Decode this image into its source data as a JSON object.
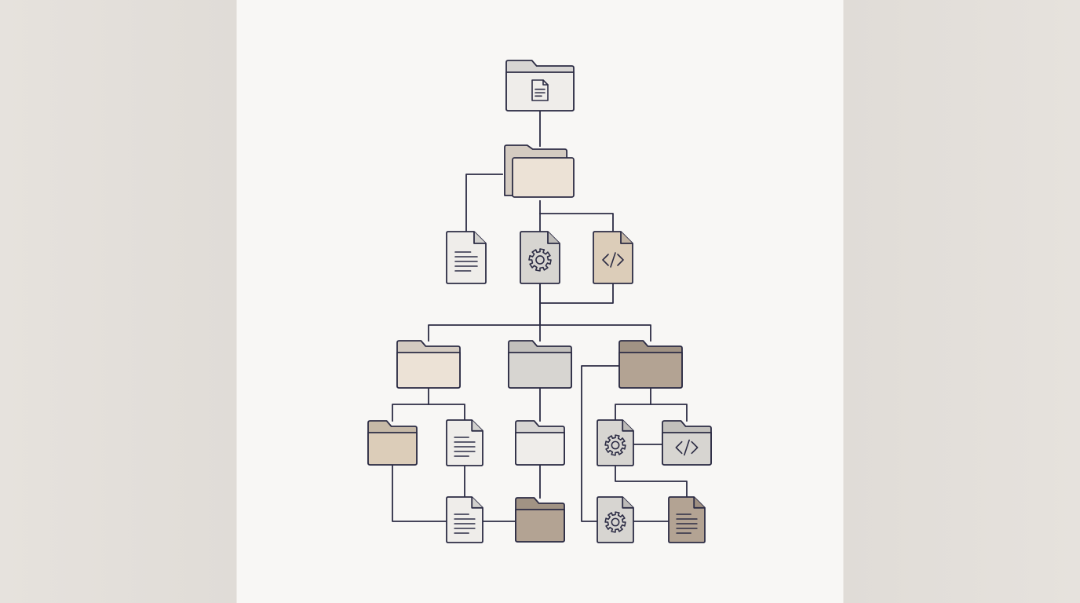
{
  "palette": {
    "ink": "#2c2c44",
    "white": "#efedea",
    "cream": "#ece2d6",
    "sand": "#dccdb9",
    "grey": "#d7d5d1",
    "taupe": "#b3a393",
    "background": "#f8f7f5",
    "side_panels": "#e0dcd7"
  },
  "nodes": [
    {
      "id": "root",
      "kind": "folder",
      "style": "single",
      "color": "white",
      "icon": "document-icon"
    },
    {
      "id": "l1-folder",
      "kind": "folder",
      "style": "stacked",
      "color": "cream"
    },
    {
      "id": "l2-text-doc",
      "kind": "file",
      "color": "white",
      "icon": "lines-icon"
    },
    {
      "id": "l2-settings-doc",
      "kind": "file",
      "color": "grey",
      "icon": "gear-icon"
    },
    {
      "id": "l2-code-doc",
      "kind": "file",
      "color": "sand",
      "icon": "code-icon"
    },
    {
      "id": "l3-folder-cream",
      "kind": "folder",
      "style": "single",
      "color": "cream"
    },
    {
      "id": "l3-folder-grey",
      "kind": "folder",
      "style": "single",
      "color": "grey"
    },
    {
      "id": "l3-folder-taupe",
      "kind": "folder",
      "style": "single",
      "color": "taupe"
    },
    {
      "id": "l4-folder-sand",
      "kind": "folder",
      "style": "single",
      "color": "sand"
    },
    {
      "id": "l4-text-doc",
      "kind": "file",
      "color": "white",
      "icon": "lines-icon"
    },
    {
      "id": "l4-folder-white",
      "kind": "folder",
      "style": "single",
      "color": "white"
    },
    {
      "id": "l4-settings-doc",
      "kind": "file",
      "color": "grey",
      "icon": "gear-icon"
    },
    {
      "id": "l4-code-folder",
      "kind": "folder",
      "style": "single",
      "color": "grey",
      "icon": "code-icon"
    },
    {
      "id": "l5-text-doc",
      "kind": "file",
      "color": "white",
      "icon": "lines-icon"
    },
    {
      "id": "l5-folder-taupe",
      "kind": "folder",
      "style": "single",
      "color": "taupe"
    },
    {
      "id": "l5-settings-doc",
      "kind": "file",
      "color": "grey",
      "icon": "gear-icon"
    },
    {
      "id": "l5-text-doc-taupe",
      "kind": "file",
      "color": "taupe",
      "icon": "lines-icon"
    }
  ],
  "edges": [
    {
      "from": "root",
      "to": "l1-folder"
    },
    {
      "from": "l1-folder",
      "to": "l2-text-doc"
    },
    {
      "from": "l1-folder",
      "to": "l2-settings-doc"
    },
    {
      "from": "l1-folder",
      "to": "l2-code-doc"
    },
    {
      "from": "l2-settings-doc",
      "to": "l3-folder-cream"
    },
    {
      "from": "l2-settings-doc",
      "to": "l3-folder-grey"
    },
    {
      "from": "l2-settings-doc",
      "to": "l3-folder-taupe"
    },
    {
      "from": "l2-code-doc",
      "to": "l3-folder-grey"
    },
    {
      "from": "l3-folder-cream",
      "to": "l4-folder-sand"
    },
    {
      "from": "l3-folder-cream",
      "to": "l4-text-doc"
    },
    {
      "from": "l3-folder-grey",
      "to": "l4-folder-white"
    },
    {
      "from": "l3-folder-taupe",
      "to": "l4-settings-doc"
    },
    {
      "from": "l3-folder-taupe",
      "to": "l4-code-folder"
    },
    {
      "from": "l3-folder-taupe",
      "to": "l5-settings-doc"
    },
    {
      "from": "l4-settings-doc",
      "to": "l4-code-folder"
    },
    {
      "from": "l4-settings-doc",
      "to": "l5-text-doc-taupe"
    },
    {
      "from": "l4-folder-sand",
      "to": "l5-text-doc"
    },
    {
      "from": "l4-text-doc",
      "to": "l5-text-doc"
    },
    {
      "from": "l5-text-doc",
      "to": "l5-folder-taupe"
    },
    {
      "from": "l4-folder-white",
      "to": "l5-folder-taupe"
    },
    {
      "from": "l5-settings-doc",
      "to": "l5-text-doc-taupe"
    }
  ]
}
